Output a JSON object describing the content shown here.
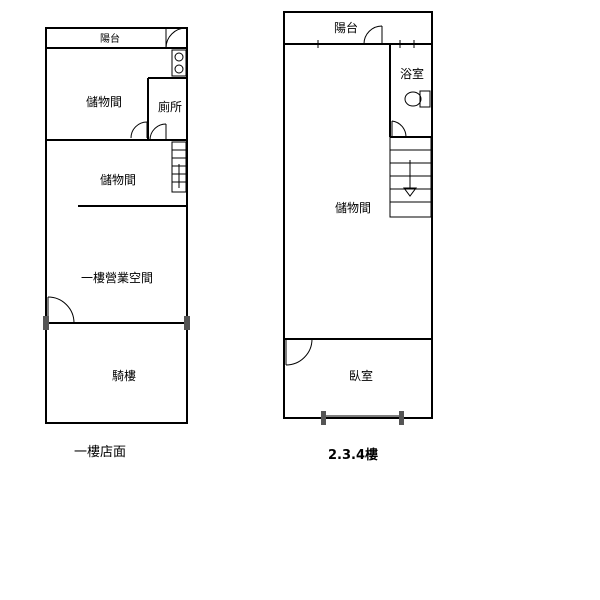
{
  "ground_floor": {
    "balcony": "陽台",
    "storage_rear": "儲物間",
    "toilet": "廁所",
    "storage_mid": "儲物間",
    "business_space": "一樓營業空間",
    "arcade": "騎樓",
    "caption": "一樓店面"
  },
  "upper_floors": {
    "balcony": "陽台",
    "bathroom": "浴室",
    "storage": "儲物間",
    "bedroom": "臥室",
    "caption": "2.3.4樓"
  }
}
